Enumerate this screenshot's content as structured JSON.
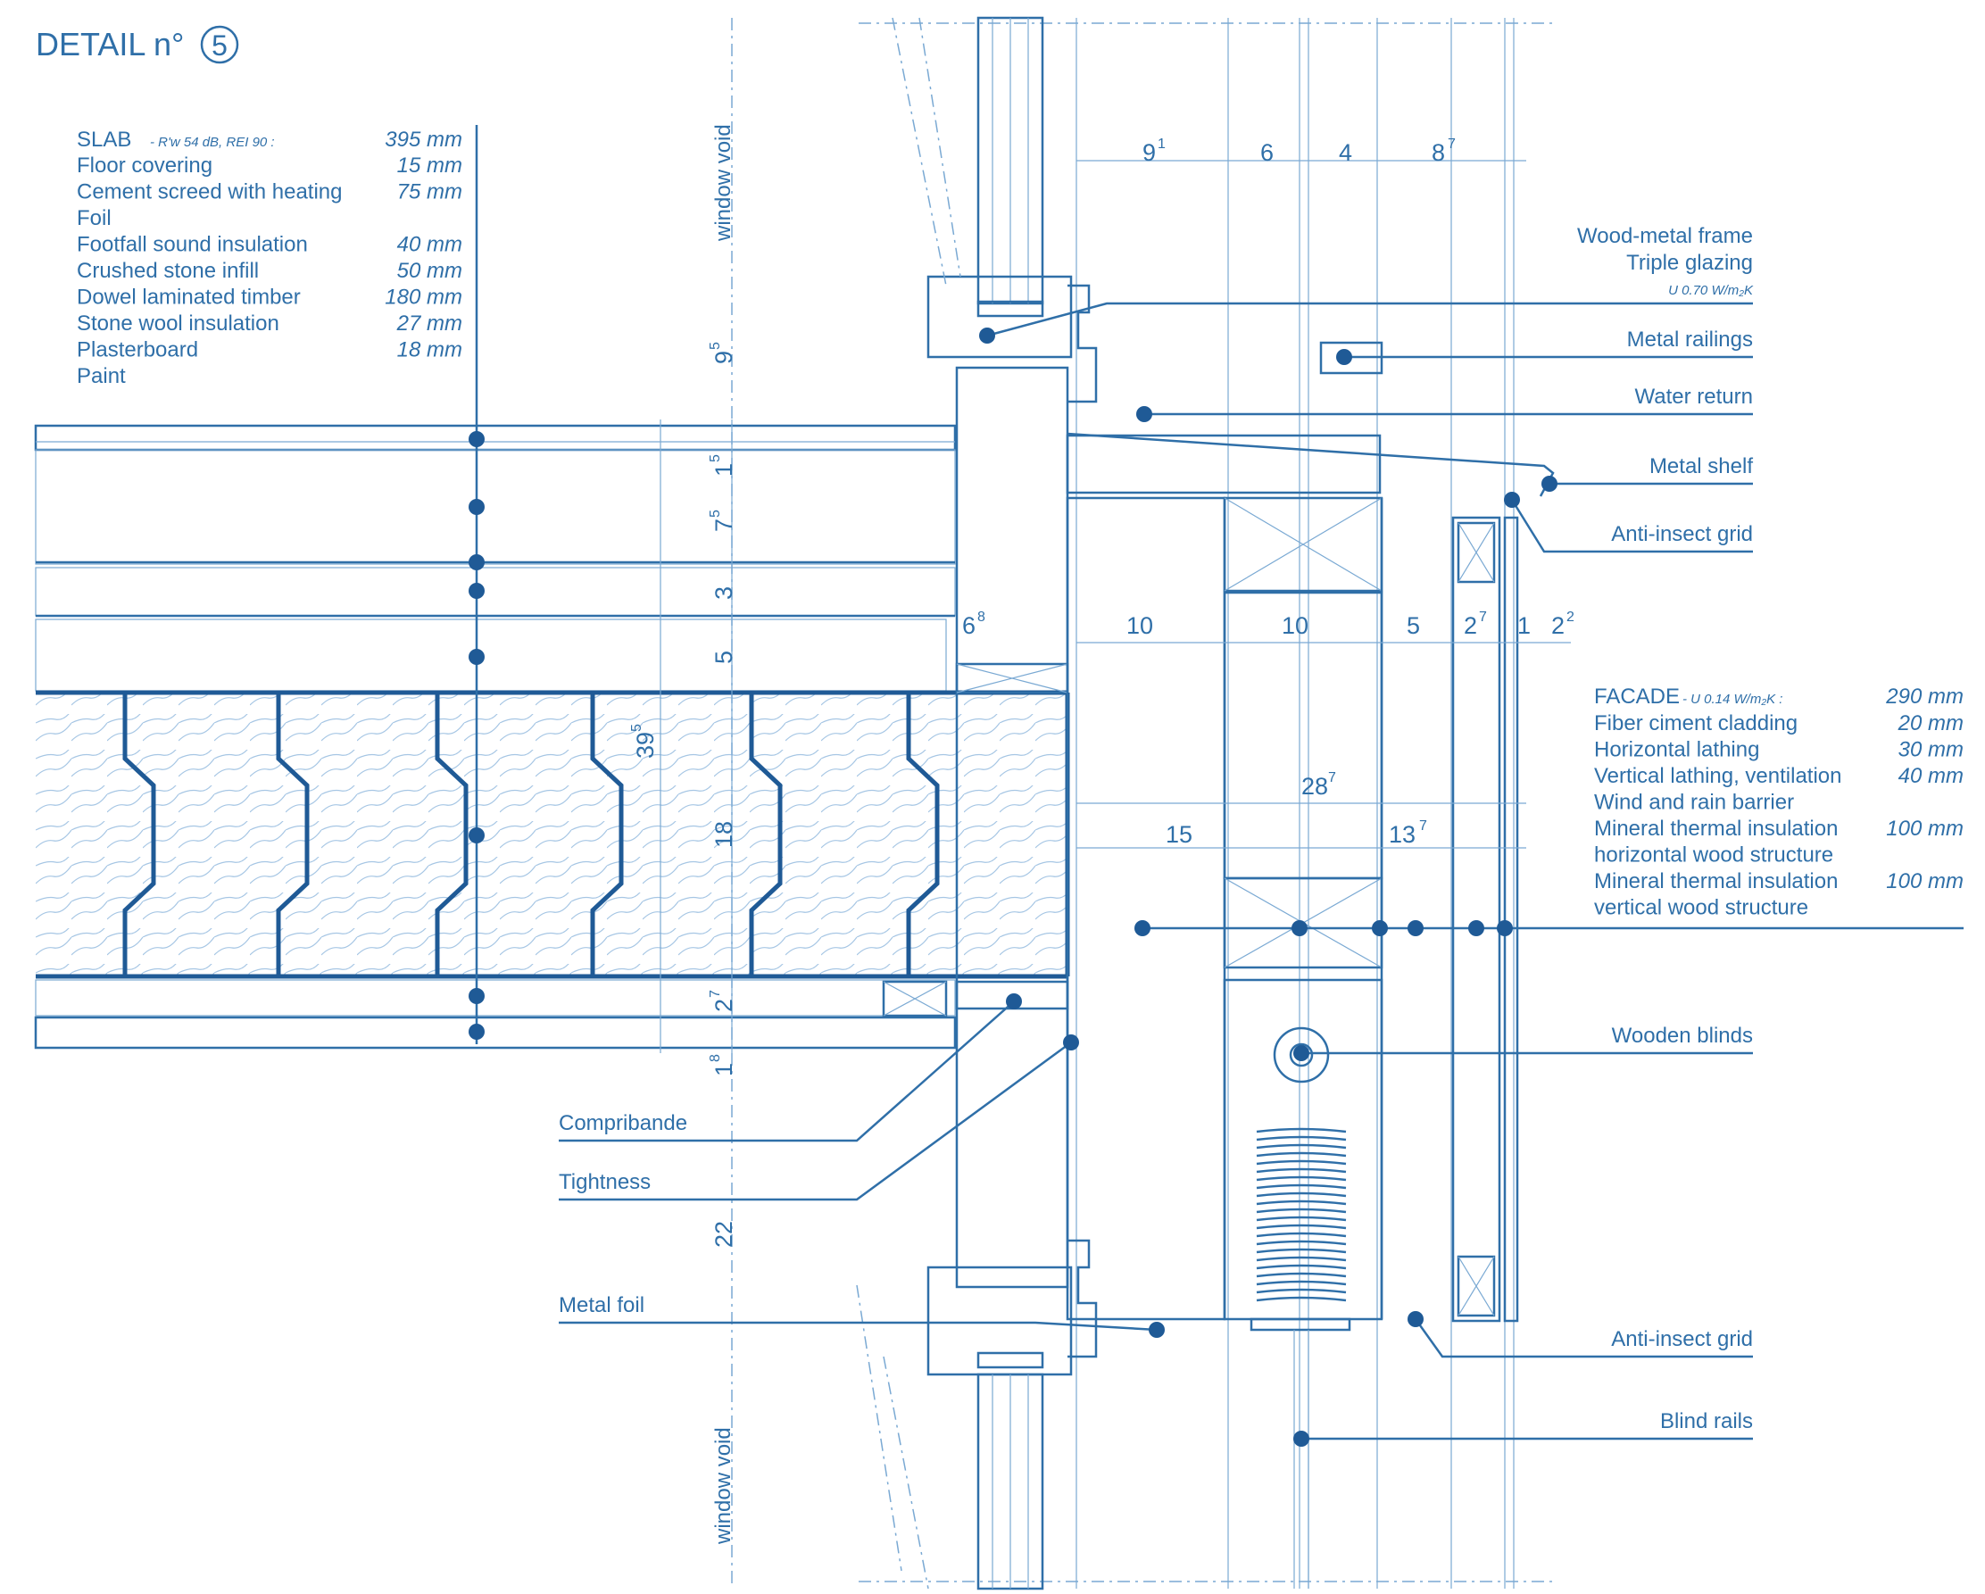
{
  "title": {
    "text": "DETAIL n°",
    "number": "5"
  },
  "slab": {
    "heading": "SLAB",
    "spec": "- R'w 54 dB, REI 90 :",
    "total": "395 mm",
    "layers": [
      {
        "name": "Floor covering",
        "value": "15 mm"
      },
      {
        "name": "Cement screed with heating",
        "value": "75 mm"
      },
      {
        "name": "Foil",
        "value": ""
      },
      {
        "name": "Footfall sound insulation",
        "value": "40 mm"
      },
      {
        "name": "Crushed stone infill",
        "value": "50 mm"
      },
      {
        "name": "Dowel laminated timber",
        "value": "180 mm"
      },
      {
        "name": "Stone wool insulation",
        "value": "27 mm"
      },
      {
        "name": "Plasterboard",
        "value": "18 mm"
      },
      {
        "name": "Paint",
        "value": ""
      }
    ]
  },
  "facade": {
    "heading": "FACADE",
    "spec": "- U 0.14 W/m₂K :",
    "total": "290 mm",
    "layers": [
      {
        "name": "Fiber ciment cladding",
        "value": "20 mm"
      },
      {
        "name": "Horizontal lathing",
        "value": "30 mm"
      },
      {
        "name": "Vertical lathing, ventilation",
        "value": "40 mm"
      },
      {
        "name": "Wind and rain barrier",
        "value": ""
      },
      {
        "name": "Mineral thermal insulation",
        "value": "100 mm"
      },
      {
        "name": "horizontal wood structure",
        "value": ""
      },
      {
        "name": "Mineral thermal insulation",
        "value": "100 mm"
      },
      {
        "name": "vertical wood structure",
        "value": ""
      }
    ]
  },
  "window": {
    "label1": "Wood-metal frame",
    "label2": "Triple glazing",
    "uvalue": "U 0.70 W/m₂K"
  },
  "callouts_right": {
    "metal_railings": "Metal railings",
    "water_return": "Water return",
    "metal_shelf": "Metal shelf",
    "anti_insect_top": "Anti-insect grid",
    "wooden_blinds": "Wooden blinds",
    "anti_insect_bottom": "Anti-insect grid",
    "blind_rails": "Blind rails"
  },
  "callouts_left": {
    "compribande": "Compribande",
    "tightness": "Tightness",
    "metal_foil": "Metal foil"
  },
  "vertical_labels": {
    "window_void_top": "window void",
    "window_void_bottom": "window void"
  },
  "dimensions": {
    "top": [
      "9",
      "1",
      "6",
      "4",
      "8",
      "7"
    ],
    "vertical": [
      "9",
      "5",
      "1",
      "5",
      "7",
      "5",
      "3",
      "5",
      "39",
      "5",
      "18",
      "2",
      "7",
      "1",
      "8",
      "22"
    ],
    "horizontal_mid": [
      "6",
      "8",
      "10",
      "10",
      "5",
      "2",
      "7",
      "1",
      "2",
      "2"
    ],
    "facade_inner": [
      "28",
      "7",
      "15",
      "13",
      "7"
    ]
  }
}
